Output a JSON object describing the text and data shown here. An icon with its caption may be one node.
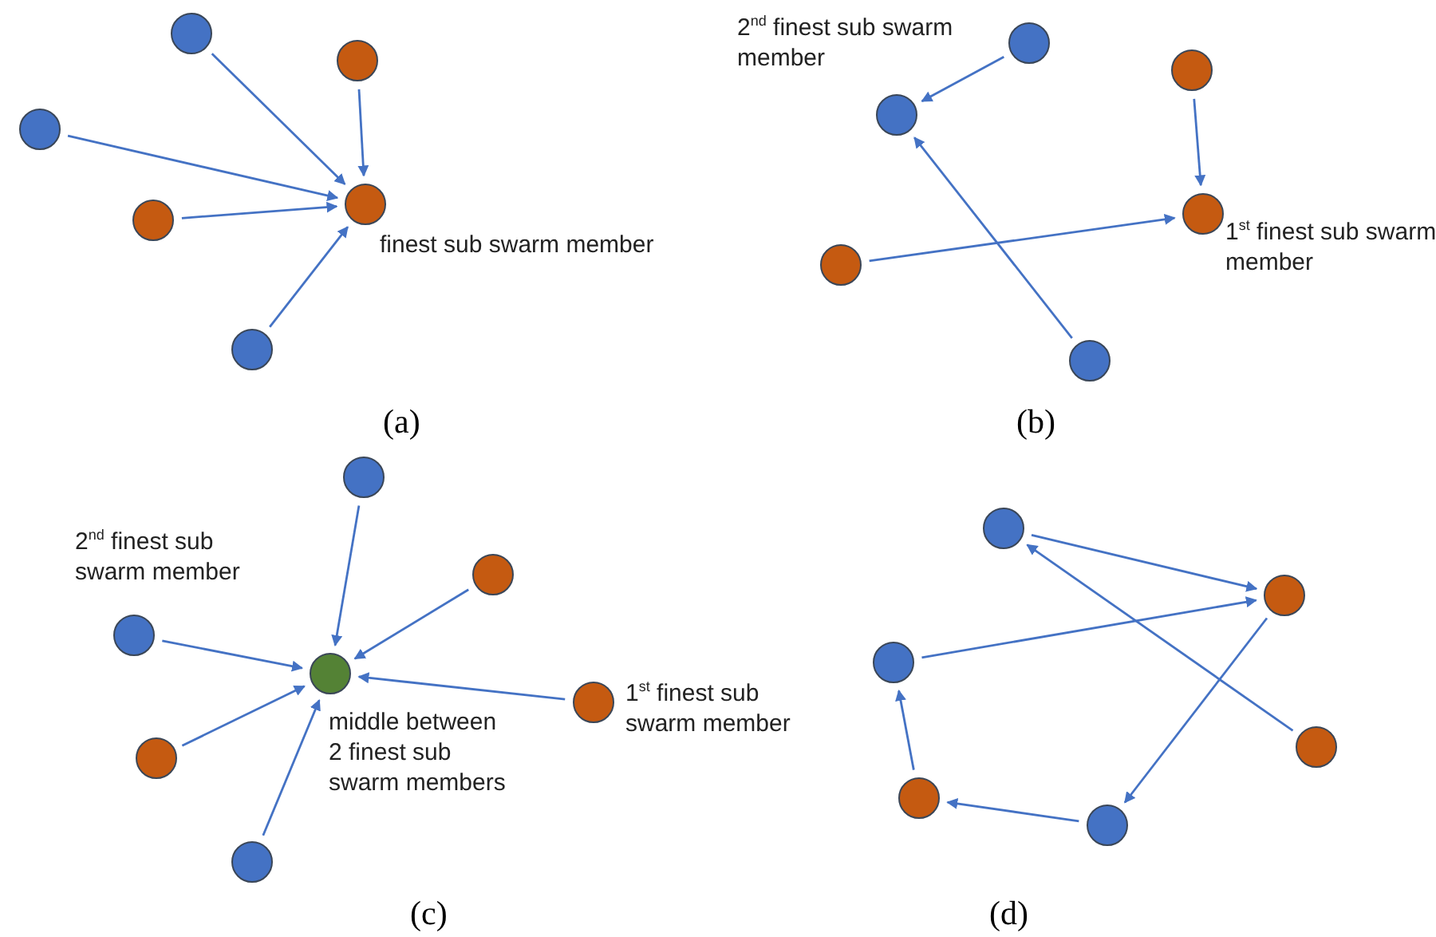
{
  "diagram": {
    "nodes": [
      {
        "text": [],
        "shape": "circle"
      },
      {
        "text": [],
        "shape": "circle"
      },
      {
        "text": [],
        "shape": "circle"
      },
      {
        "text": [],
        "shape": "circle"
      },
      {
        "text": [],
        "shape": "circle",
        "beside": [
          "finest sub swarm member"
        ]
      },
      {
        "text": [],
        "shape": "circle"
      },
      {
        "text": [],
        "shape": "circle"
      },
      {
        "text": [],
        "shape": "circle"
      },
      {
        "text": [],
        "shape": "circle",
        "beside": [
          "2$^{nd}$ finest sub swarm member"
        ]
      },
      {
        "text": [],
        "shape": "circle",
        "beside": [
          "1$^{st}$ finest sub swarm member"
        ]
      },
      {
        "text": [],
        "shape": "circle"
      },
      {
        "text": [],
        "shape": "circle"
      },
      {
        "text": [],
        "shape": "circle"
      },
      {
        "text": [],
        "shape": "circle"
      },
      {
        "text": [],
        "shape": "circle",
        "beside": [
          "2$^{nd}$ finest sub swarm member"
        ]
      },
      {
        "text": [],
        "shape": "circle",
        "beside": [
          "middle between 2 finest sub swarm members"
        ]
      },
      {
        "text": [],
        "shape": "circle",
        "beside": [
          "1$^{st}$ finest sub swarm member"
        ]
      },
      {
        "text": [],
        "shape": "circle"
      },
      {
        "text": [],
        "shape": "circle"
      },
      {
        "text": [],
        "shape": "circle"
      },
      {
        "text": [],
        "shape": "circle"
      },
      {
        "text": [],
        "shape": "circle"
      },
      {
        "text": [],
        "shape": "circle"
      },
      {
        "text": [],
        "shape": "circle"
      },
      {
        "text": [],
        "shape": "circle"
      }
    ],
    "edges": [
      {
        "from": 0,
        "to": 4,
        "arrow": "to"
      },
      {
        "from": 1,
        "to": 4,
        "arrow": "to"
      },
      {
        "from": 2,
        "to": 4,
        "arrow": "to"
      },
      {
        "from": 3,
        "to": 4,
        "arrow": "to"
      },
      {
        "from": 5,
        "to": 4,
        "arrow": "to"
      },
      {
        "from": 6,
        "to": 8,
        "arrow": "to"
      },
      {
        "from": 7,
        "to": 9,
        "arrow": "to"
      },
      {
        "from": 10,
        "to": 9,
        "arrow": "to"
      },
      {
        "from": 11,
        "to": 8,
        "arrow": "to"
      },
      {
        "from": 12,
        "to": 15,
        "arrow": "to"
      },
      {
        "from": 13,
        "to": 15,
        "arrow": "to"
      },
      {
        "from": 14,
        "to": 15,
        "arrow": "to"
      },
      {
        "from": 16,
        "to": 15,
        "arrow": "to"
      },
      {
        "from": 17,
        "to": 15,
        "arrow": "to"
      },
      {
        "from": 18,
        "to": 15,
        "arrow": "to"
      },
      {
        "from": 19,
        "to": 20,
        "arrow": "to"
      },
      {
        "from": 21,
        "to": 20,
        "arrow": "to"
      },
      {
        "from": 22,
        "to": 19,
        "arrow": "to"
      },
      {
        "from": 20,
        "to": 24,
        "arrow": "to"
      },
      {
        "from": 24,
        "to": 23,
        "arrow": "to"
      },
      {
        "from": 23,
        "to": 21,
        "arrow": "to"
      }
    ],
    "labels": [
      "(a)",
      "(b)",
      "(c)",
      "(d)"
    ]
  }
}
